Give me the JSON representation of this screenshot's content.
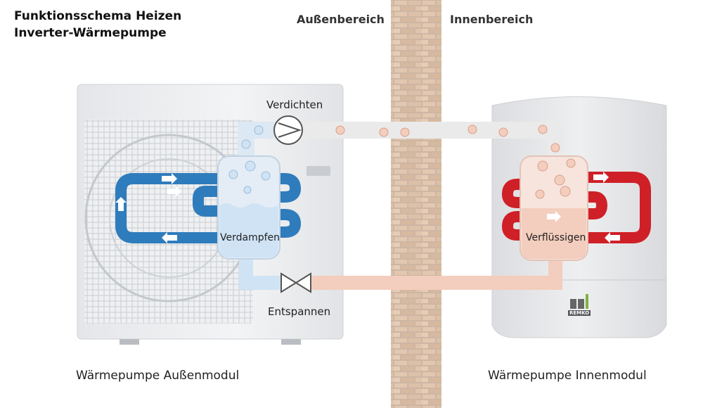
{
  "title": {
    "line1": "Funktionsschema Heizen",
    "line2": "Inverter-Wärmepumpe"
  },
  "regions": {
    "outside": "Außenbereich",
    "inside": "Innenbereich"
  },
  "steps": {
    "compress": "Verdichten",
    "evaporate": "Verdampfen",
    "expand": "Entspannen",
    "condense": "Verflüssigen"
  },
  "captions": {
    "outdoor_unit": "Wärmepumpe Außenmodul",
    "indoor_unit": "Wärmepumpe Innenmodul"
  },
  "brand": {
    "logo_text": "REMKO"
  },
  "colors": {
    "cold_circuit": "#2f7cbc",
    "hot_circuit": "#cf2027",
    "cold_refrigerant": "#cfe3f5",
    "hot_refrigerant": "#f3cdbd",
    "wall_brick": "#d9b9a0"
  },
  "icons": {
    "compressor": "compressor-icon",
    "expansion_valve": "expansion-valve-icon",
    "flow_arrows": "arrow-icon"
  }
}
